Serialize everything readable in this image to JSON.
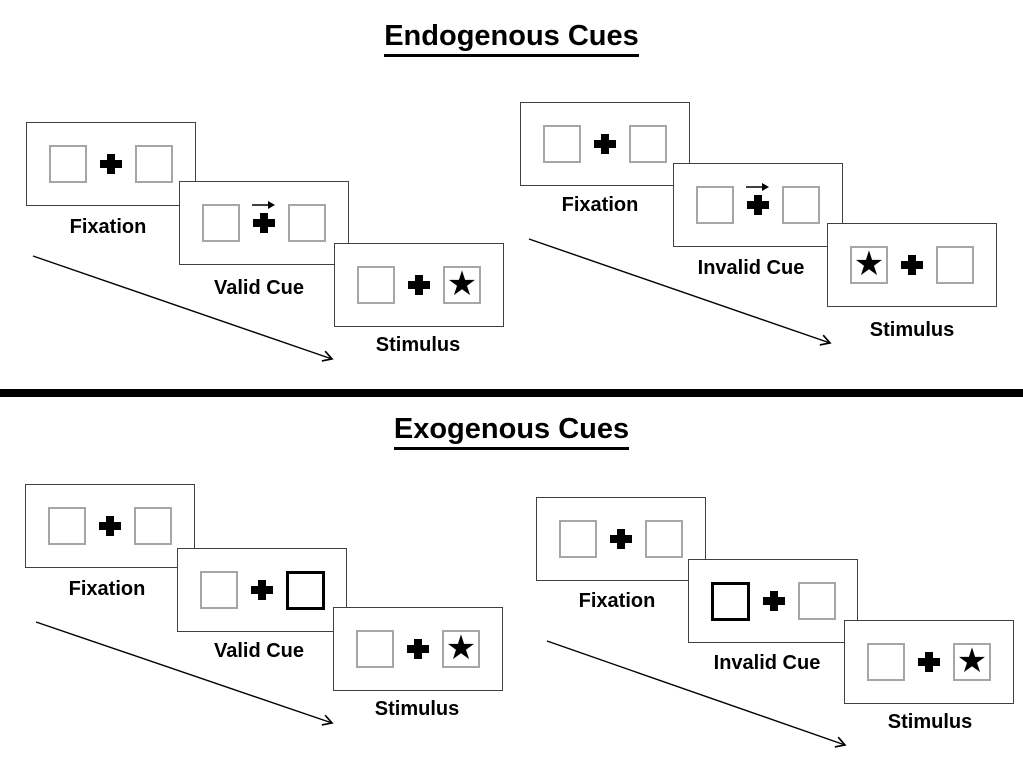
{
  "diagram": {
    "type": "posner-spatial-cueing-paradigm",
    "sections": [
      {
        "title": "Endogenous Cues",
        "sequences": [
          {
            "name": "valid-trial",
            "cue_style": "central-arrow-pointing-right-above-fixation-cross",
            "target_side": "right",
            "panels": [
              {
                "label": "Fixation"
              },
              {
                "label": "Valid Cue"
              },
              {
                "label": "Stimulus",
                "star_side": "right"
              }
            ]
          },
          {
            "name": "invalid-trial",
            "cue_style": "central-arrow-pointing-right-above-fixation-cross",
            "target_side": "left",
            "panels": [
              {
                "label": "Fixation"
              },
              {
                "label": "Invalid Cue"
              },
              {
                "label": "Stimulus",
                "star_side": "left"
              }
            ]
          }
        ]
      },
      {
        "title": "Exogenous Cues",
        "sequences": [
          {
            "name": "valid-trial",
            "cue_style": "right-box-highlighted-bold-black",
            "target_side": "right",
            "panels": [
              {
                "label": "Fixation"
              },
              {
                "label": "Valid Cue"
              },
              {
                "label": "Stimulus",
                "star_side": "right"
              }
            ]
          },
          {
            "name": "invalid-trial",
            "cue_style": "left-box-highlighted-bold-black",
            "target_side": "right",
            "panels": [
              {
                "label": "Fixation"
              },
              {
                "label": "Invalid Cue"
              },
              {
                "label": "Stimulus",
                "star_side": "right"
              }
            ]
          }
        ]
      }
    ]
  },
  "icons": {
    "star": "★",
    "fixation_cross": "+",
    "cue_arrow": "→"
  },
  "colors": {
    "background": "#ffffff",
    "ink": "#000000",
    "box_border": "#a6a6a6",
    "panel_border": "#404040"
  }
}
